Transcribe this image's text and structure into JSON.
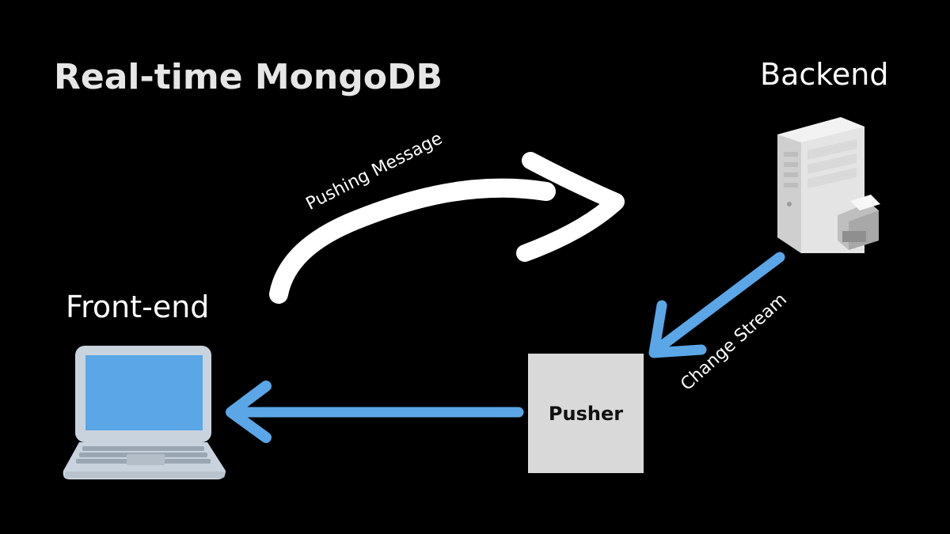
{
  "title": "Real-time MongoDB",
  "nodes": {
    "backend": {
      "label": "Backend",
      "icon": "server-tower-icon"
    },
    "frontend": {
      "label": "Front-end",
      "icon": "laptop-icon"
    },
    "pusher": {
      "label": "Pusher"
    }
  },
  "edges": {
    "pushing_message": {
      "label": "Pushing Message",
      "from": "Front-end",
      "to": "Backend"
    },
    "change_stream": {
      "label": "Change Stream",
      "from": "Backend",
      "to": "Pusher"
    },
    "pusher_to_frontend": {
      "label": "",
      "from": "Pusher",
      "to": "Front-end"
    }
  },
  "colors": {
    "background": "#000000",
    "arrow_blue": "#5aa6e6",
    "arrow_white": "#ffffff",
    "box_gray": "#d9d9d9"
  }
}
